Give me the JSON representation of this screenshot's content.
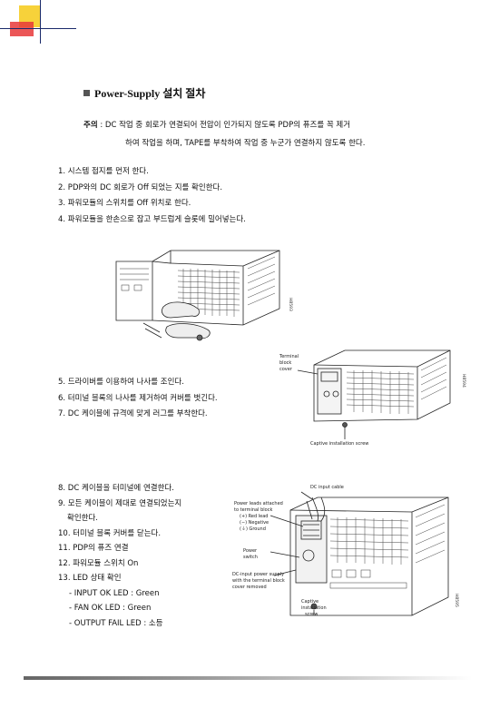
{
  "title": "Power-Supply 설치 절차",
  "note": {
    "label": "주의",
    "line1": " : DC 작업 중 회로가 연결되어 전압이 인가되지 않도록 PDP의 퓨즈를 꼭 제거",
    "line2": "하여 작업을 하며, TAPE를 부착하여 작업 중 누군가 연결하지 않도록 한다."
  },
  "steps_group1": [
    "1. 시스템 접지를 먼저 한다.",
    "2. PDP와의 DC 회로가 Off 되었는 지를 확인한다.",
    "3. 파워모듈의 스위치를 Off 위치로 한다.",
    "4. 파워모듈을 한손으로 잡고 부드럽게 슬롯에 밀어넣는다."
  ],
  "steps_group2": [
    "5. 드라이버를 이용하여 나사를 조인다.",
    "6. 터미널 블록의 나사를 제거하여 커버를 벗긴다.",
    "7. DC 케이블에 규격에 맞게 러그를 부착한다."
  ],
  "steps_group3": {
    "s8": "8. DC 케이블을 터미널에 연결한다.",
    "s9a": "9. 모든 케이블이 제대로 연결되었는지",
    "s9b": "확인한다.",
    "s10": "10. 터미널 블록 커버를 닫는다.",
    "s11": "11. PDP의 퓨즈 연결",
    "s12": "12. 파워모듈 스위치 On",
    "s13": "13. LED 상태 확인",
    "led1": "- INPUT OK LED : Green",
    "led2": "- FAN OK LED : Green",
    "led3": "- OUTPUT FAIL LED : 소등"
  },
  "figure2": {
    "terminal_block": [
      "Terminal",
      "block",
      "cover"
    ],
    "captive_screw": "Captive installation screw",
    "side_id": "H8594"
  },
  "figure1": {
    "side_id": "H8593"
  },
  "figure3": {
    "dc_input_cable": "DC input cable",
    "polarity": [
      "Power leads attached",
      "to terminal block",
      "(+)  Red lead",
      "(−)  Negative",
      "(⏚)  Ground"
    ],
    "power_switch": [
      "Power",
      "switch"
    ],
    "dc_input": [
      "DC-input power supply",
      "with the terminal block",
      "cover removed"
    ],
    "captive_screw": [
      "Captive",
      "installation",
      "screw"
    ],
    "side_id": "H8595"
  },
  "colors": {
    "accent_yellow": "#f7d23a",
    "accent_red": "#e8383a",
    "accent_navy": "#1a2a6a"
  }
}
